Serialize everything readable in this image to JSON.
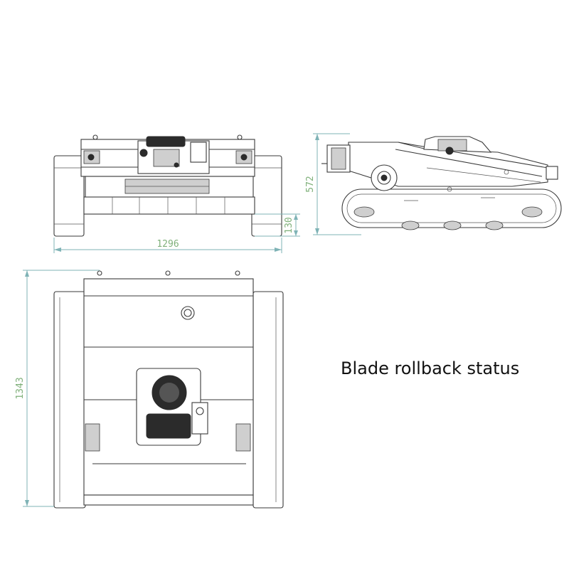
{
  "caption": "Blade rollback status",
  "dimensions": {
    "width": "1296",
    "ground_clearance": "130",
    "height": "572",
    "length": "1343"
  },
  "colors": {
    "dimension_line": "#7fb3b6",
    "dimension_text": "#7fb07a",
    "outline": "#3a3a3a"
  }
}
